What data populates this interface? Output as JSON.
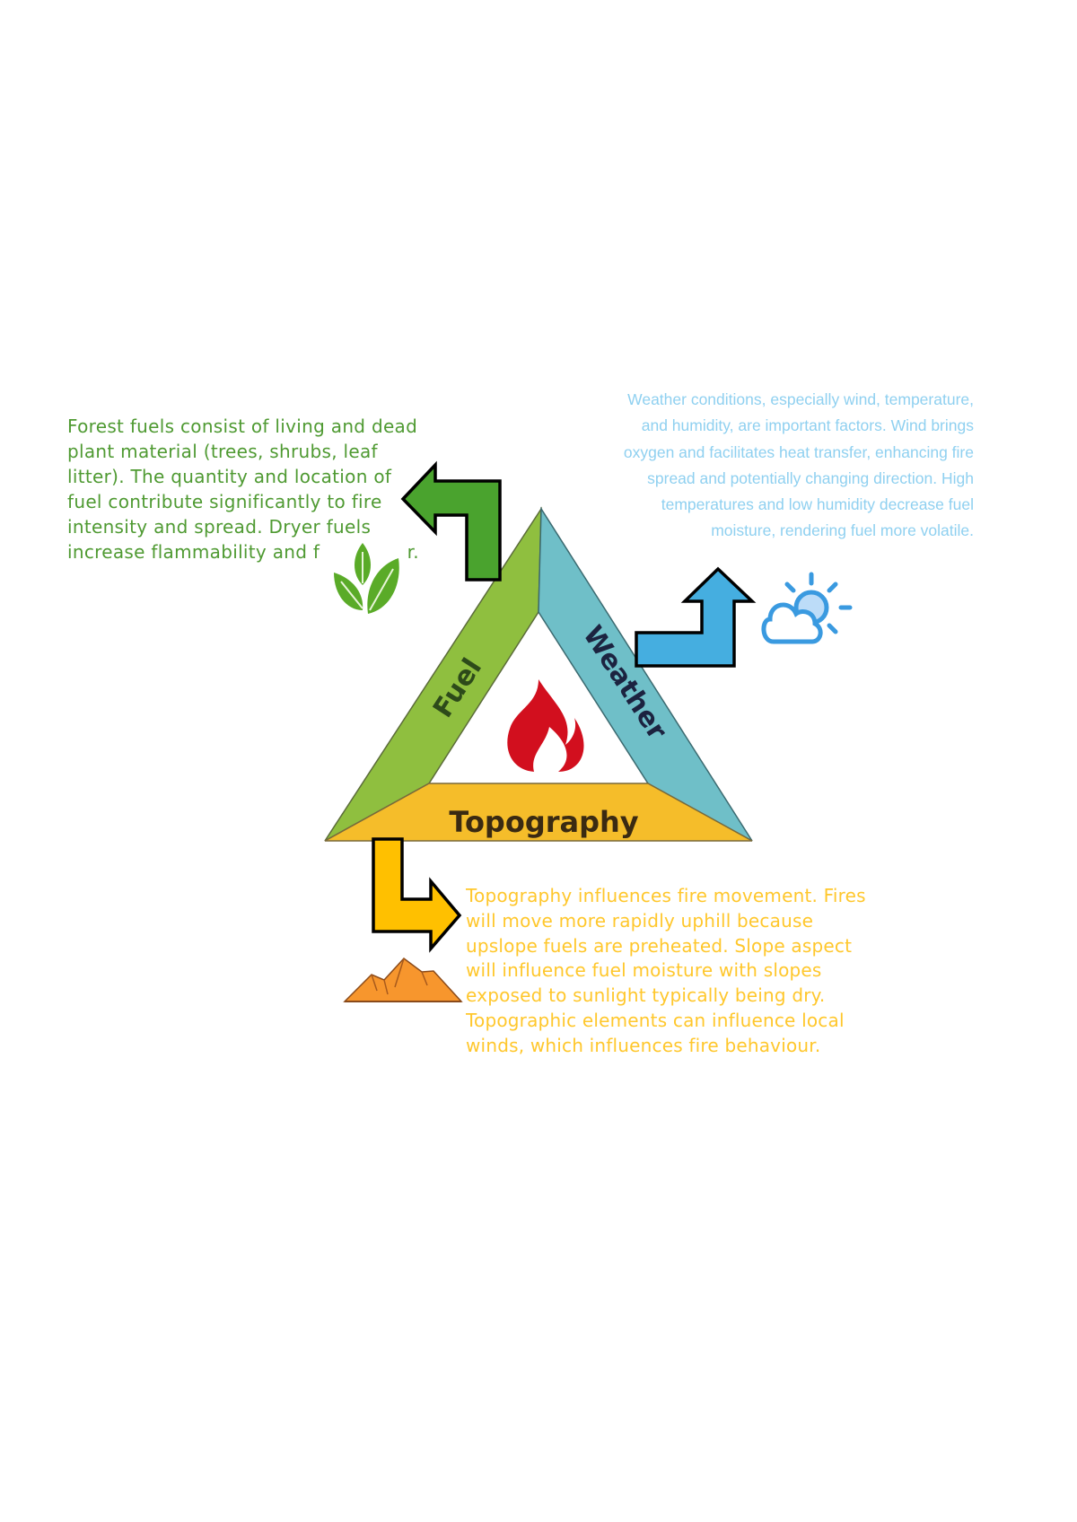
{
  "diagram": {
    "labels": {
      "fuel": "Fuel",
      "weather": "Weather",
      "topography": "Topography"
    },
    "fuel_text": "Forest fuels consist of living and dead plant material (trees, shrubs, leaf litter). The quantity and location of fuel contribute significantly to fire intensity and spread. Dryer fuels increase flammability and fire danger.",
    "weather_text": "Weather conditions, especially wind, temperature, and humidity, are important factors. Wind brings oxygen and facilitates heat transfer, enhancing fire spread and potentially changing direction. High temperatures and low humidity decrease fuel moisture, rendering fuel more volatile.",
    "topography_text": "Topography influences fire movement. Fires will move more rapidly uphill because upslope fuels are preheated. Slope aspect will influence fuel moisture with slopes exposed to sunlight typically being dry. Topographic elements can influence local winds, which influences fire behaviour.",
    "icons": [
      "leaf-icon",
      "flame-icon",
      "cloud-sun-icon",
      "mountain-icon"
    ],
    "colors": {
      "fuel": "#8fbf3f",
      "weather": "#6fbfc8",
      "topography": "#f5bd2a",
      "fuel_arrow": "#4aa32e",
      "weather_arrow": "#45aee0",
      "topography_arrow": "#ffc000",
      "flame": "#d20f1e"
    }
  }
}
